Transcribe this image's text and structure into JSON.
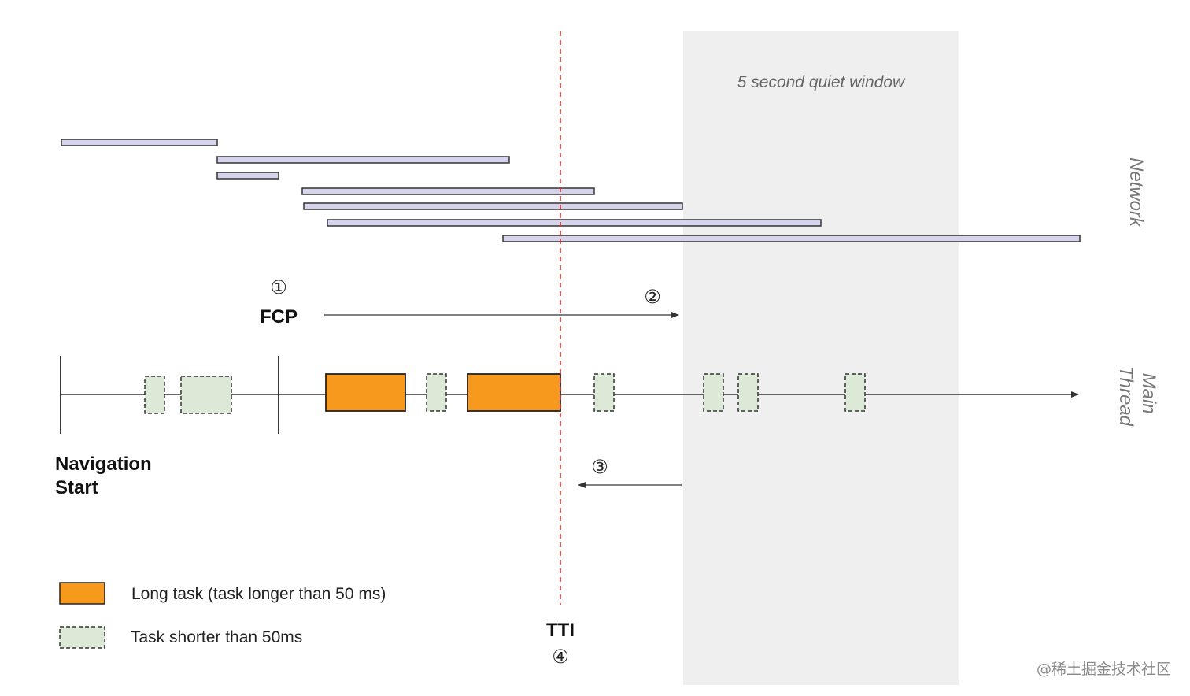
{
  "labels": {
    "quiet_window": "5 second quiet window",
    "network": "Network",
    "main_line1": "Main",
    "main_line2": "Thread",
    "fcp": "FCP",
    "nav_line1": "Navigation",
    "nav_line2": "Start",
    "tti": "TTI",
    "step1": "①",
    "step2": "②",
    "step3": "③",
    "step4": "④"
  },
  "legend": {
    "long_task": "Long task (task longer than 50 ms)",
    "short_task": "Task shorter than 50ms"
  },
  "watermark": "@稀土掘金技术社区",
  "colors": {
    "network_bar_fill": "#d6d4ec",
    "long_task": "#f7991c",
    "short_task": "#dde9d7",
    "tti_line": "#e0302a",
    "quiet_window": "#efefef"
  }
}
